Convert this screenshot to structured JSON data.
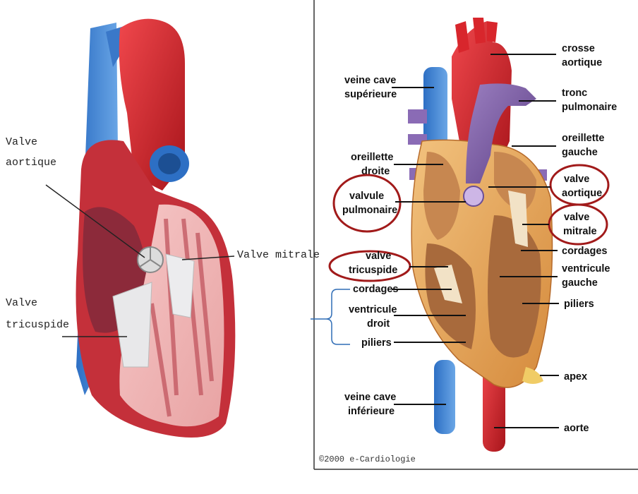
{
  "left_panel": {
    "labels": {
      "valve_aortic_line1": "Valve",
      "valve_aortic_line2": "aortique",
      "valve_mitral": "Valve mitrale",
      "valve_tricuspid_line1": "Valve",
      "valve_tricuspid_line2": "tricuspide"
    }
  },
  "right_panel": {
    "labels": {
      "crosse_aortique_1": "crosse",
      "crosse_aortique_2": "aortique",
      "veine_cave_sup_1": "veine cave",
      "veine_cave_sup_2": "supérieure",
      "tronc_pulmonaire_1": "tronc",
      "tronc_pulmonaire_2": "pulmonaire",
      "oreillette_gauche_1": "oreillette",
      "oreillette_gauche_2": "gauche",
      "oreillette_droite_1": "oreillette",
      "oreillette_droite_2": "droite",
      "valve_aortique_1": "valve",
      "valve_aortique_2": "aortique",
      "valvule_pulmonaire_1": "valvule",
      "valvule_pulmonaire_2": "pulmonaire",
      "valve_mitrale_1": "valve",
      "valve_mitrale_2": "mitrale",
      "valve_tricuspide_1": "valve",
      "valve_tricuspide_2": "tricuspide",
      "cordages_right": "cordages",
      "ventricule_gauche_1": "ventricule",
      "ventricule_gauche_2": "gauche",
      "cordages_left": "cordages",
      "ventricule_droit_1": "ventricule",
      "ventricule_droit_2": "droit",
      "piliers_right": "piliers",
      "piliers_left": "piliers",
      "apex": "apex",
      "veine_cave_inf_1": "veine cave",
      "veine_cave_inf_2": "inférieure",
      "aorte": "aorte"
    },
    "copyright": "©2000 e-Cardiologie"
  },
  "colors": {
    "aorta_red": "#d8262c",
    "vein_blue": "#3b7fd0",
    "pulmonary_purple": "#7a5c9e",
    "myocardium_orange": "#e0a45a",
    "highlight_circle": "#a11a1a",
    "brace_blue": "#2f6db6"
  }
}
